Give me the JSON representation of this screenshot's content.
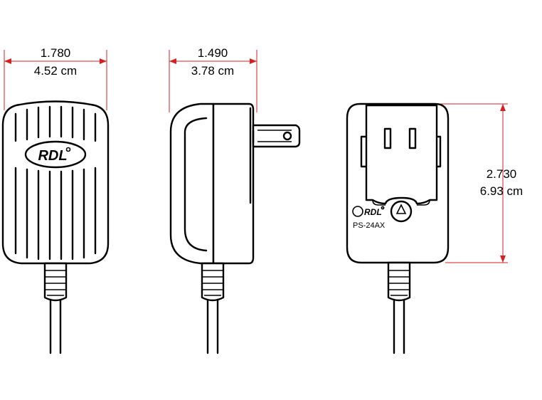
{
  "front_view": {
    "width_in": "1.780",
    "width_cm": "4.52 cm",
    "logo_text": "RDL"
  },
  "side_view": {
    "depth_in": "1.490",
    "depth_cm": "3.78 cm"
  },
  "back_view": {
    "height_in": "2.730",
    "height_cm": "6.93 cm",
    "logo_text": "RDL",
    "model_label": "PS-24AX"
  },
  "colors": {
    "dimension_lines": "#d42020",
    "outline": "#000000",
    "background": "#ffffff"
  }
}
